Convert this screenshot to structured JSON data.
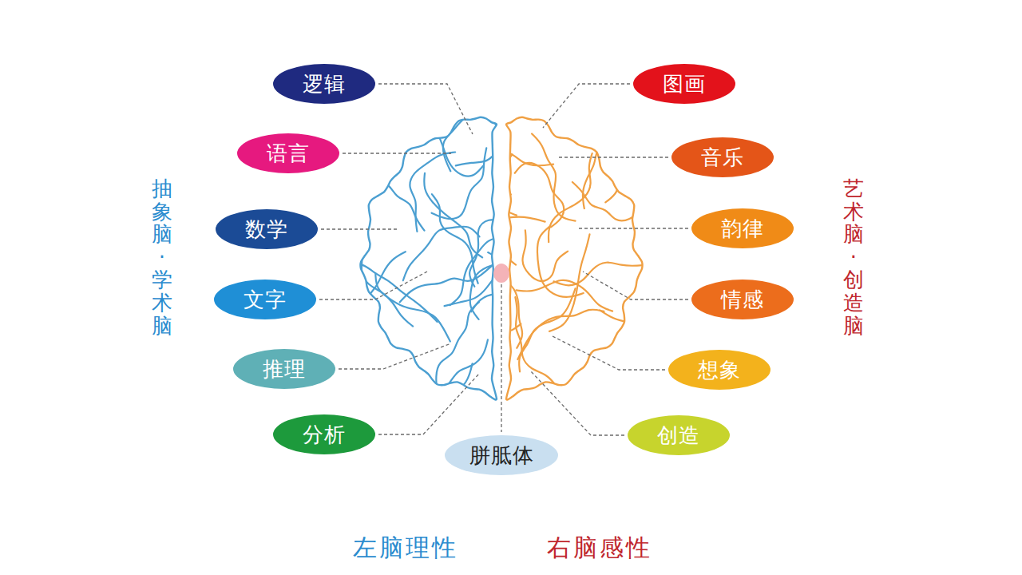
{
  "diagram": {
    "nodes": [
      {
        "text": [
          "抽象脑·学术脑"
        ]
      },
      {
        "text": [
          "逻辑"
        ],
        "in": 0
      },
      {
        "text": [
          "语言"
        ],
        "in": 0
      },
      {
        "text": [
          "数学"
        ],
        "in": 0
      },
      {
        "text": [
          "文字"
        ],
        "in": 0
      },
      {
        "text": [
          "推理"
        ],
        "in": 0
      },
      {
        "text": [
          "分析"
        ],
        "in": 0
      },
      {
        "text": [
          "艺术脑·创造脑"
        ]
      },
      {
        "text": [
          "图画"
        ],
        "in": 7
      },
      {
        "text": [
          "音乐"
        ],
        "in": 7
      },
      {
        "text": [
          "韵律"
        ],
        "in": 7
      },
      {
        "text": [
          "情感"
        ],
        "in": 7
      },
      {
        "text": [
          "想象"
        ],
        "in": 7
      },
      {
        "text": [
          "创造"
        ],
        "in": 7
      },
      {
        "text": [
          "胼胝体"
        ]
      }
    ],
    "labels": [
      "左脑理性",
      "右脑感性"
    ]
  }
}
